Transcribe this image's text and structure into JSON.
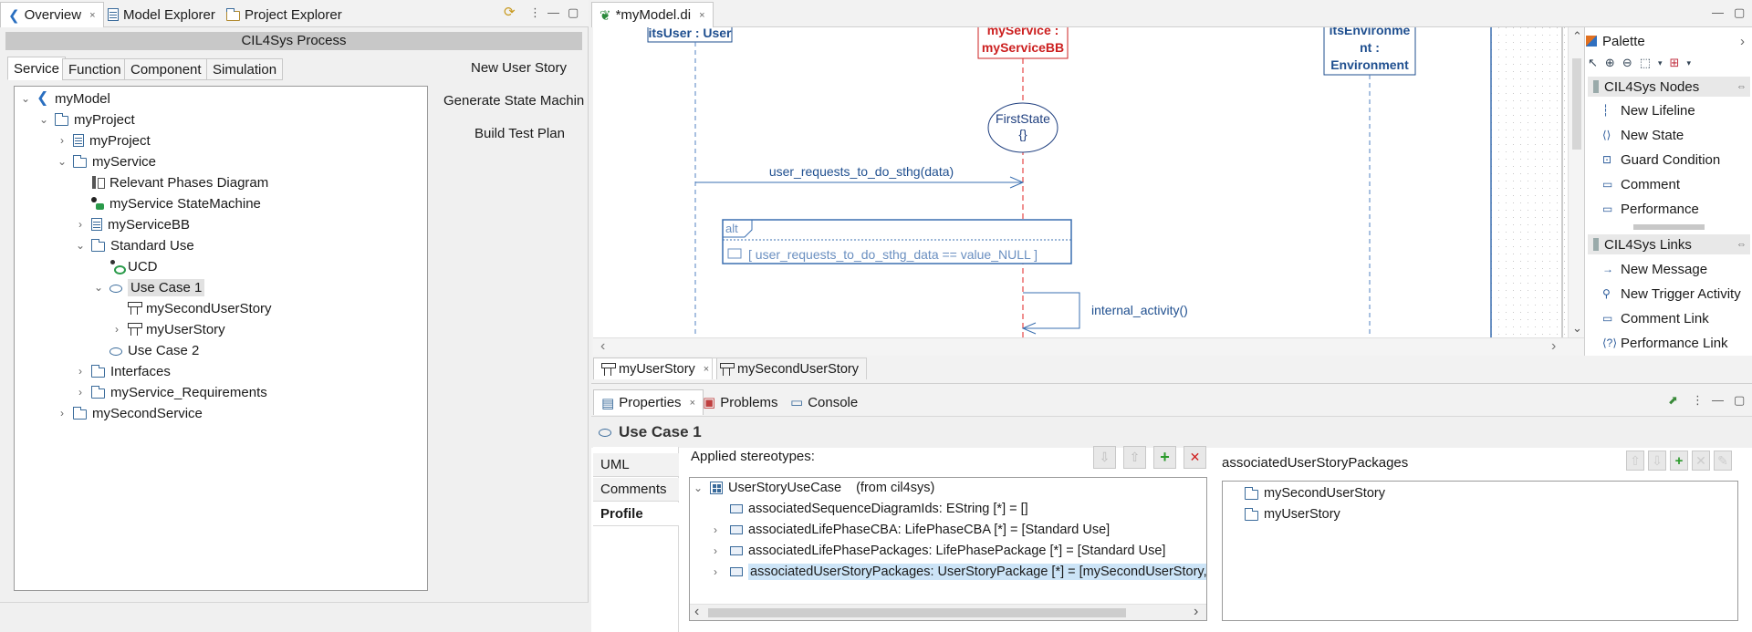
{
  "left_panel": {
    "tabs": [
      {
        "label": "Overview",
        "close": "×"
      },
      {
        "label": "Model Explorer"
      },
      {
        "label": "Project Explorer"
      }
    ],
    "header": "CIL4Sys Process",
    "subtabs": [
      "Service",
      "Function",
      "Component",
      "Simulation"
    ],
    "tree": [
      {
        "label": "myModel",
        "arrow": "⌄"
      },
      {
        "label": "myProject",
        "arrow": "⌄"
      },
      {
        "label": "myProject",
        "arrow": "›"
      },
      {
        "label": "myService",
        "arrow": "⌄"
      },
      {
        "label": "Relevant Phases Diagram"
      },
      {
        "label": "myService StateMachine"
      },
      {
        "label": "myServiceBB",
        "arrow": "›"
      },
      {
        "label": "Standard Use",
        "arrow": "⌄"
      },
      {
        "label": "UCD"
      },
      {
        "label": "Use Case 1",
        "arrow": "⌄"
      },
      {
        "label": "mySecondUserStory"
      },
      {
        "label": "myUserStory",
        "arrow": "›"
      },
      {
        "label": "Use Case 2"
      },
      {
        "label": "Interfaces",
        "arrow": "›"
      },
      {
        "label": "myService_Requirements",
        "arrow": "›"
      },
      {
        "label": "mySecondService",
        "arrow": "›"
      }
    ],
    "commands": [
      "New User Story",
      "Generate State Machin",
      "Build Test Plan"
    ]
  },
  "editor": {
    "tab_label": "*myModel.di",
    "close": "×",
    "lifelines": [
      "itsUser : User",
      "myService : myServiceBB",
      "itsEnvironment : Environment"
    ],
    "lifeline_lines": {
      "user": "itsUser : User",
      "service_1": "myService :",
      "service_2": "myServiceBB",
      "env_1": "itsEnvironme",
      "env_2": "nt :",
      "env_3": "Environment"
    },
    "state": {
      "name": "FirstState",
      "body": "{}"
    },
    "message": "user_requests_to_do_sthg(data)",
    "fragment": {
      "operator": "alt",
      "guard": "[ user_requests_to_do_sthg_data == value_NULL ]"
    },
    "self_message": "internal_activity()",
    "bottom_tabs": [
      {
        "label": "myUserStory",
        "close": "×"
      },
      {
        "label": "mySecondUserStory"
      }
    ],
    "scroll_up": "⌃",
    "scroll_down": "⌄",
    "scroll_left": "‹",
    "scroll_right": "›"
  },
  "palette": {
    "title": "Palette",
    "nodes_header": "CIL4Sys Nodes",
    "nodes": [
      "New Lifeline",
      "New State",
      "Guard Condition",
      "Comment",
      "Performance"
    ],
    "links_header": "CIL4Sys Links",
    "links": [
      "New Message",
      "New Trigger Activity",
      "Comment Link",
      "Performance Link"
    ],
    "collapse": "›",
    "pin": "⇔"
  },
  "properties": {
    "tabs": [
      {
        "label": "Properties",
        "close": "×"
      },
      {
        "label": "Problems"
      },
      {
        "label": "Console"
      }
    ],
    "title": "Use Case 1",
    "vertical_tabs": [
      "UML",
      "Comments",
      "Profile"
    ],
    "applied_label": "Applied stereotypes:",
    "stereotype": {
      "name": "UserStoryUseCase",
      "from": "(from cil4sys)"
    },
    "props": [
      {
        "label": "associatedSequenceDiagramIds: EString [*] = []"
      },
      {
        "label": "associatedLifePhaseCBA: LifePhaseCBA [*] = [Standard Use]",
        "arrow": "›"
      },
      {
        "label": "associatedLifePhasePackages: LifePhasePackage [*] = [Standard Use]",
        "arrow": "›"
      },
      {
        "label": "associatedUserStoryPackages: UserStoryPackage [*] = [mySecondUserStory, m",
        "arrow": "›"
      }
    ],
    "right_title": "associatedUserStoryPackages",
    "right_items": [
      "mySecondUserStory",
      "myUserStory"
    ],
    "buttons": {
      "down": "⇩",
      "up": "⇧",
      "add": "+",
      "remove": "✕"
    },
    "scroll_left": "‹",
    "scroll_right": "›"
  },
  "window_controls": {
    "minimize": "—",
    "maximize": "▢",
    "menu": "⋮"
  }
}
